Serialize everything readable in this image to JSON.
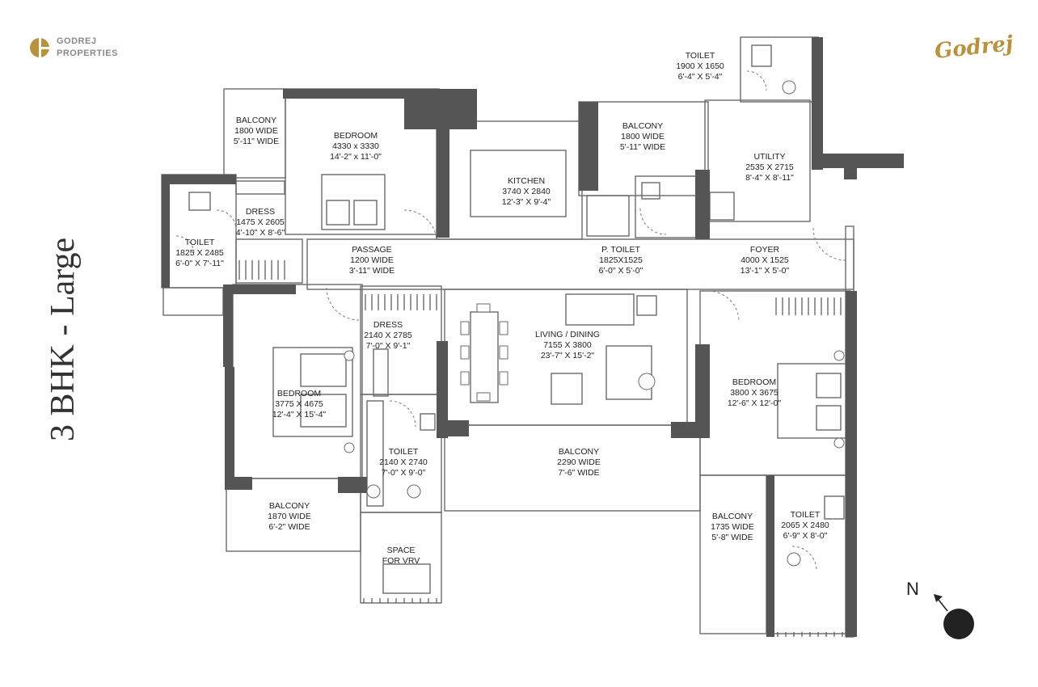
{
  "branding": {
    "logo_line1": "GODREJ",
    "logo_line2": "PROPERTIES",
    "script_logo": "Godrej",
    "accent_color": "#b8923e"
  },
  "plan_title": "3 BHK - Large",
  "north_label": "N",
  "rooms": [
    {
      "name": "BALCONY",
      "dims": "1800 WIDE",
      "imperial": "5'-11\" WIDE"
    },
    {
      "name": "BEDROOM",
      "dims": "4330 x 3330",
      "imperial": "14'-2\" x 11'-0\""
    },
    {
      "name": "KITCHEN",
      "dims": "3740 X 2840",
      "imperial": "12'-3\" X 9'-4\""
    },
    {
      "name": "BALCONY",
      "dims": "1800 WIDE",
      "imperial": "5'-11\" WIDE"
    },
    {
      "name": "TOILET",
      "dims": "1900 X 1650",
      "imperial": "6'-4\" X 5'-4\""
    },
    {
      "name": "UTILITY",
      "dims": "2535 X 2715",
      "imperial": "8'-4\" X 8'-11\""
    },
    {
      "name": "DRESS",
      "dims": "1475 X 2605",
      "imperial": "4'-10\" X 8'-6\""
    },
    {
      "name": "TOILET",
      "dims": "1825 X 2485",
      "imperial": "6'-0\" X 7'-11\""
    },
    {
      "name": "PASSAGE",
      "dims": "1200 WIDE",
      "imperial": "3'-11\" WIDE"
    },
    {
      "name": "P. TOILET",
      "dims": "1825X1525",
      "imperial": "6'-0\" X 5'-0\""
    },
    {
      "name": "FOYER",
      "dims": "4000 X 1525",
      "imperial": "13'-1\" X 5'-0\""
    },
    {
      "name": "DRESS",
      "dims": "2140 X 2785",
      "imperial": "7'-0\" X 9'-1\""
    },
    {
      "name": "LIVING / DINING",
      "dims": "7155 X 3800",
      "imperial": "23'-7\" X 15'-2\""
    },
    {
      "name": "BEDROOM",
      "dims": "3775 X 4675",
      "imperial": "12'-4\" X 15'-4\""
    },
    {
      "name": "BEDROOM",
      "dims": "3800 X 3675",
      "imperial": "12'-6\" X 12'-0\""
    },
    {
      "name": "TOILET",
      "dims": "2140 X 2740",
      "imperial": "7'-0\" X 9'-0\""
    },
    {
      "name": "BALCONY",
      "dims": "2290 WIDE",
      "imperial": "7'-6\" WIDE"
    },
    {
      "name": "BALCONY",
      "dims": "1870 WIDE",
      "imperial": "6'-2\" WIDE"
    },
    {
      "name": "SPACE",
      "dims": "FOR VRV",
      "imperial": ""
    },
    {
      "name": "BALCONY",
      "dims": "1735 WIDE",
      "imperial": "5'-8\" WIDE"
    },
    {
      "name": "TOILET",
      "dims": "2065 X 2480",
      "imperial": "6'-9\" X 8'-0\""
    }
  ]
}
